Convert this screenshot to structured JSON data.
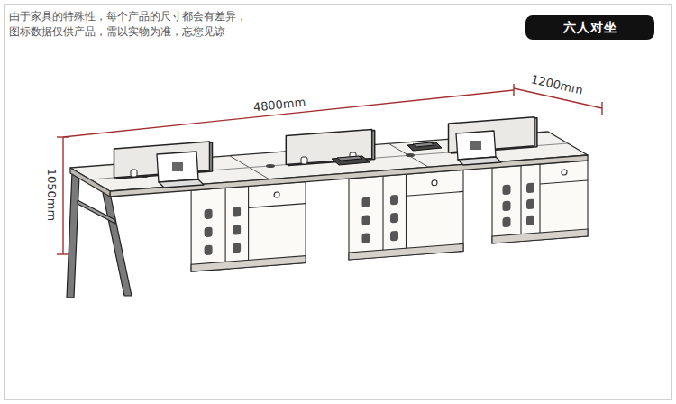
{
  "diagram": {
    "nodes": [
      {
        "text": [
          "六人对坐"
        ]
      }
    ],
    "labels": [
      "由于家具的特殊性，每个产品的尺寸都会有差异， 图标数据仅供产品，需以实物为准，忘您见谅",
      "4800mm",
      "1200mm",
      "1050mm"
    ]
  }
}
